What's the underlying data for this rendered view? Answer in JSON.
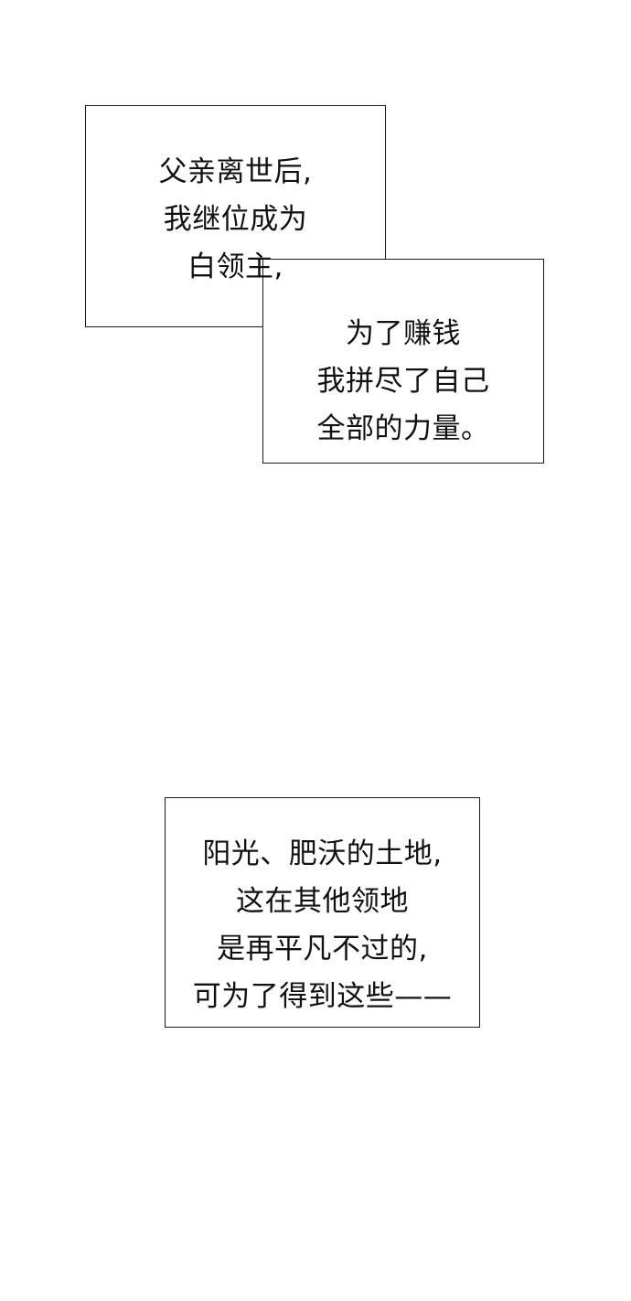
{
  "panels": [
    {
      "lines": [
        "父亲离世后,",
        "我继位成为",
        "白领主,"
      ]
    },
    {
      "lines": [
        "为了赚钱",
        "我拼尽了自己",
        "全部的力量。"
      ]
    },
    {
      "lines": [
        "阳光、肥沃的土地,",
        "这在其他领地",
        "是再平凡不过的,",
        "可为了得到这些——"
      ]
    }
  ]
}
